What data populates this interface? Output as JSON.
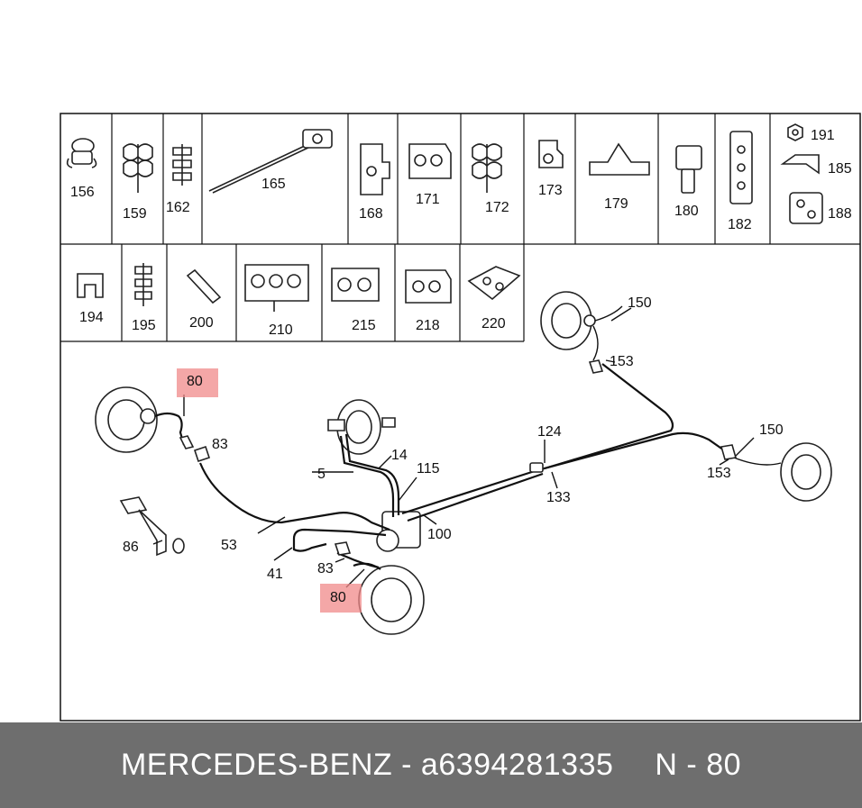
{
  "cells_row1": [
    {
      "label": "156"
    },
    {
      "label": "159"
    },
    {
      "label": "162"
    },
    {
      "label": "165"
    },
    {
      "label": "168"
    },
    {
      "label": "171"
    },
    {
      "label": "172"
    },
    {
      "label": "173"
    },
    {
      "label": "179"
    },
    {
      "label": "180"
    },
    {
      "label": "182"
    }
  ],
  "cell_last_labels": {
    "a": "191",
    "b": "185",
    "c": "188"
  },
  "cells_row2": [
    {
      "label": "194"
    },
    {
      "label": "195"
    },
    {
      "label": "200"
    },
    {
      "label": "210"
    },
    {
      "label": "215"
    },
    {
      "label": "218"
    },
    {
      "label": "220"
    }
  ],
  "callouts": {
    "c80a": "80",
    "c83a": "83",
    "c86": "86",
    "c53": "53",
    "c41": "41",
    "c83b": "83",
    "c80b": "80",
    "c5": "5",
    "c14": "14",
    "c115": "115",
    "c100": "100",
    "c124": "124",
    "c133": "133",
    "c150a": "150",
    "c153a": "153",
    "c150b": "150",
    "c153b": "153"
  },
  "colors": {
    "highlight": "#f08a8a",
    "footer_bg": "#6e6e6e"
  },
  "footer": {
    "brand": "MERCEDES-BENZ",
    "separator": "-",
    "part_number": "a6394281335",
    "ref": "N - 80"
  }
}
